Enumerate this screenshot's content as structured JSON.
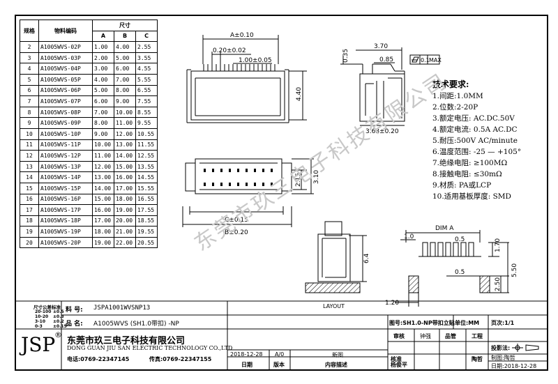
{
  "spec_table": {
    "headers": {
      "spec": "规格",
      "part_no": "物料编码",
      "dims": "尺寸",
      "a": "A",
      "b": "B",
      "c": "C"
    },
    "rows": [
      [
        "2",
        "A1005WVS-02P",
        "1.00",
        "4.00",
        "2.55"
      ],
      [
        "3",
        "A1005WVS-03P",
        "2.00",
        "5.00",
        "3.55"
      ],
      [
        "4",
        "A1005WVS-04P",
        "3.00",
        "6.00",
        "4.55"
      ],
      [
        "5",
        "A1005WVS-05P",
        "4.00",
        "7.00",
        "5.55"
      ],
      [
        "6",
        "A1005WVS-06P",
        "5.00",
        "8.00",
        "6.55"
      ],
      [
        "7",
        "A1005WVS-07P",
        "6.00",
        "9.00",
        "7.55"
      ],
      [
        "8",
        "A1005WVS-08P",
        "7.00",
        "10.00",
        "8.55"
      ],
      [
        "9",
        "A1005WVS-09P",
        "8.00",
        "11.00",
        "9.55"
      ],
      [
        "10",
        "A1005WVS-10P",
        "9.00",
        "12.00",
        "10.55"
      ],
      [
        "11",
        "A1005WVS-11P",
        "10.00",
        "13.00",
        "11.55"
      ],
      [
        "12",
        "A1005WVS-12P",
        "11.00",
        "14.00",
        "12.55"
      ],
      [
        "13",
        "A1005WVS-13P",
        "12.00",
        "15.00",
        "13.55"
      ],
      [
        "14",
        "A1005WVS-14P",
        "13.00",
        "16.00",
        "14.55"
      ],
      [
        "15",
        "A1005WVS-15P",
        "14.00",
        "17.00",
        "15.55"
      ],
      [
        "16",
        "A1005WVS-16P",
        "15.00",
        "18.00",
        "16.55"
      ],
      [
        "17",
        "A1005WVS-17P",
        "16.00",
        "19.00",
        "17.55"
      ],
      [
        "18",
        "A1005WVS-18P",
        "17.00",
        "20.00",
        "18.55"
      ],
      [
        "19",
        "A1005WVS-19P",
        "18.00",
        "21.00",
        "19.55"
      ],
      [
        "20",
        "A1005WVS-20P",
        "19.00",
        "22.00",
        "20.55"
      ]
    ]
  },
  "dimensions": {
    "a": "A±0.10",
    "pitch_tol": "0.20±0.02",
    "pitch": "1.00±0.05",
    "height": "4.40",
    "w370": "3.70",
    "w085": "0.85",
    "h035": "0.35",
    "tol_val": "0.1",
    "tol_max": "MAX",
    "w363": "3.63±0.20",
    "h215": "2.15",
    "h310": "3.10",
    "c": "C±0.15",
    "b": "B±0.20",
    "h64": "6.4",
    "layout": "LAYOUT",
    "dim_a": "DIM A",
    "l10": "1.0",
    "l05a": "0.5",
    "l05b": "0.5",
    "l170": "1.70",
    "l550": "5.50",
    "l250": "2.50",
    "l120": "1.20"
  },
  "requirements": {
    "title": "技术要求:",
    "items": [
      "1.间距:1.0MM",
      "2.位数:2-20P",
      "3.额定电压: AC.DC.50V",
      "4.额定电流: 0.5A AC.DC",
      "5.耐压:500V AC/minute",
      "6.温度范围: -25 — +105°",
      "7.绝缘电阻: ≥100MΩ",
      "8.接触电阻: ≤30mΩ",
      "9.材质: PA或LCP",
      "10.适用基板厚度: SMD"
    ]
  },
  "watermark": "东莞市玖三电子科技有限公司",
  "title_block": {
    "tol_title": "尺寸公差标准",
    "tol_rows": [
      [
        "20-100",
        "±0.5"
      ],
      [
        "10-20",
        "±0.3"
      ],
      [
        "3-10",
        "±0.2"
      ],
      [
        "0-3",
        "±0.15"
      ]
    ],
    "material_label": "料  号:",
    "material_value": "JSPA1001WVSNP13",
    "name_label": "品  名:",
    "name_value": "A1005WVS (SH1.0带扣) -NP",
    "logo": "JSP",
    "reg": "®",
    "company_cn": "东莞市玖三电子科技有限公司",
    "company_en": "DONG GUAN JIU SAN ELECTRIC TECHNOLOGY CO.,LTD",
    "tel": "电话:0769-22347145",
    "fax": "传真:0769-22347155",
    "date1": "2018-12-28",
    "ver1": "A/0",
    "desc1": "新图",
    "date_h": "日期",
    "ver_h": "版本",
    "desc_h": "内容描述",
    "drawing_no": "图号:SH1.0-NP带扣立贴",
    "unit": "单位:MM",
    "page": "页次:1/1",
    "review": "审核",
    "review_name": "钟强",
    "qc": "品管",
    "eng": "工程",
    "proj": "投影法:",
    "approve": "核准",
    "approve_name": "杨俊平",
    "drawer_label": "制图:陶哲",
    "drawer": "陶哲",
    "draw_date": "日期:2018-12-28"
  }
}
